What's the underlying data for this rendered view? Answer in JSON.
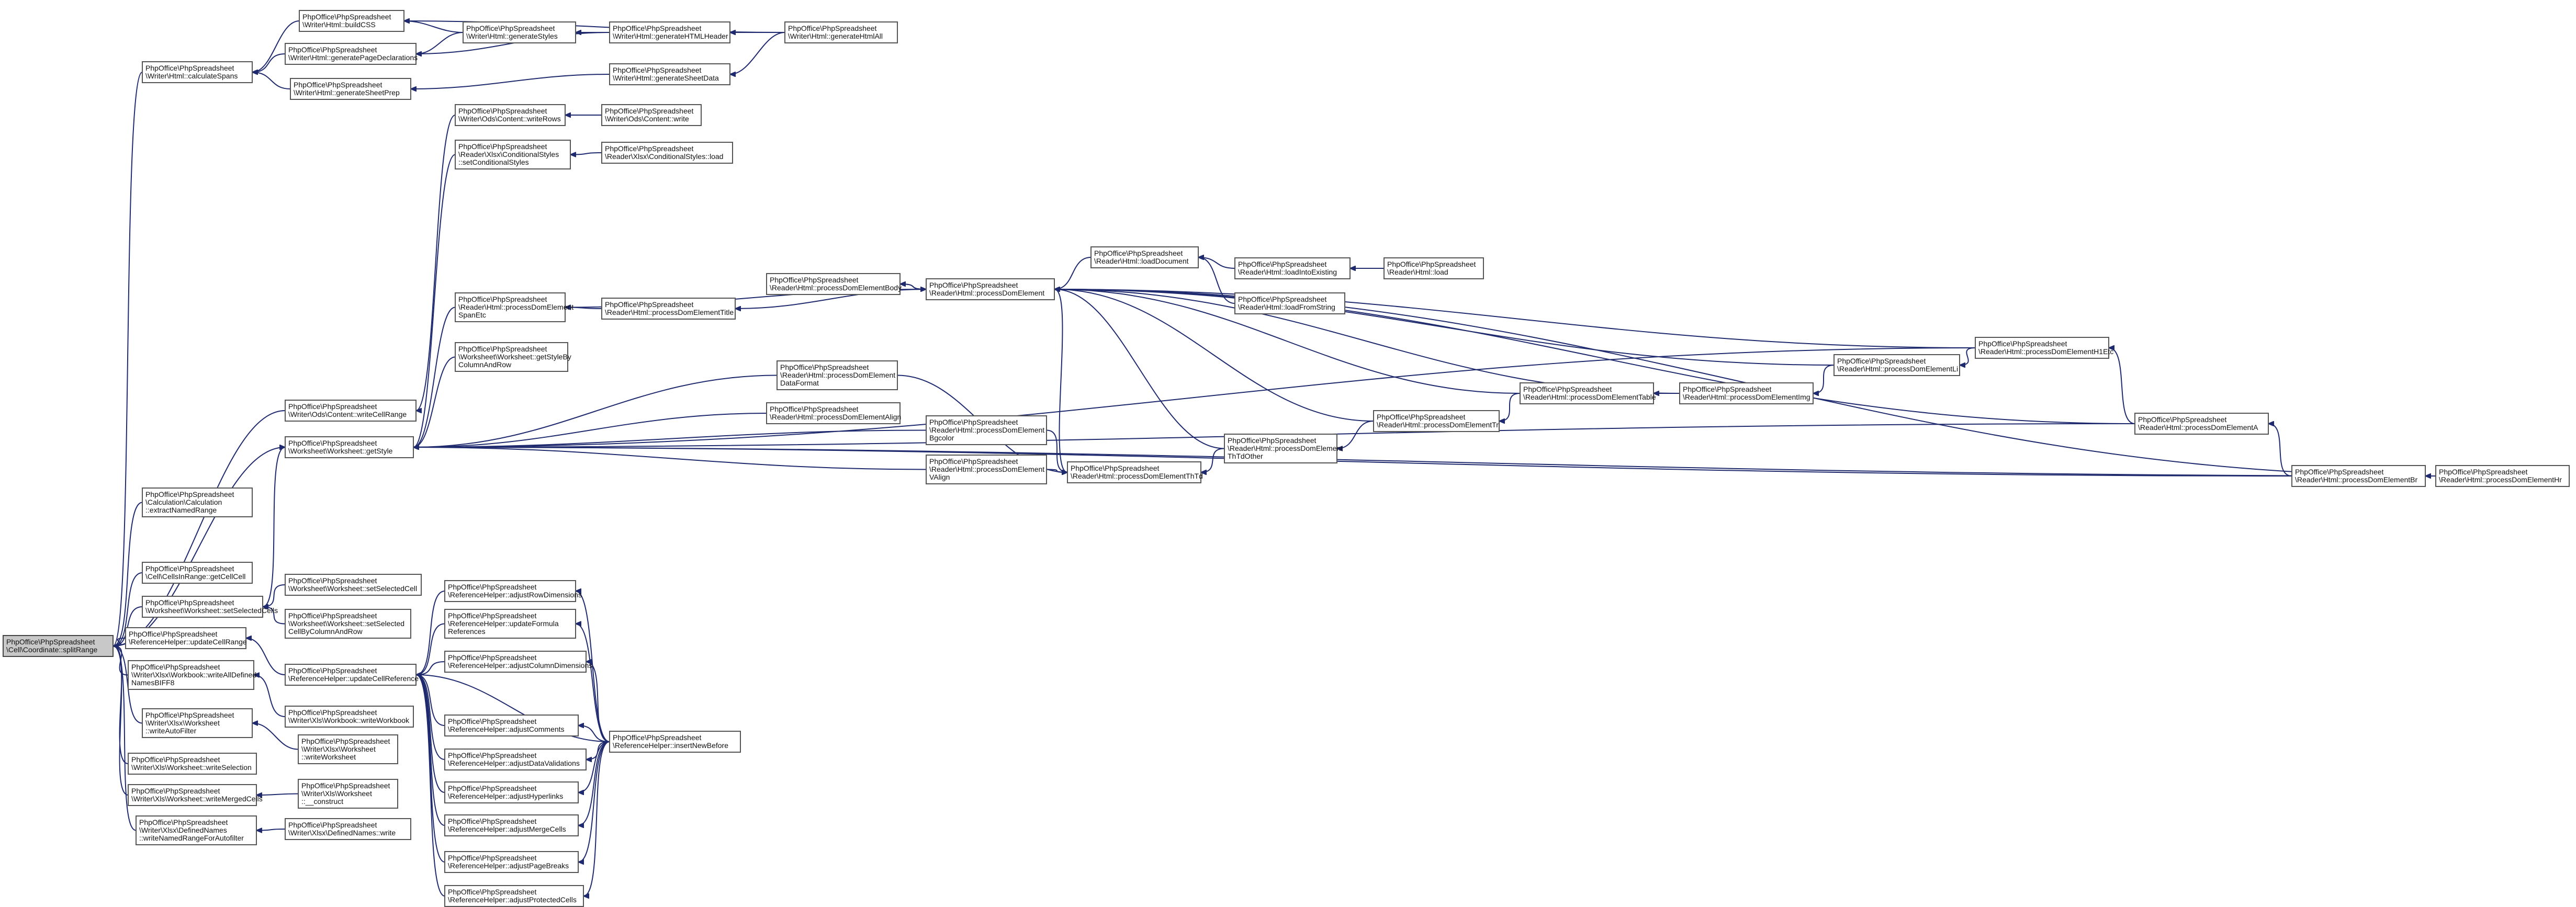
{
  "diagram": {
    "type": "call-graph",
    "root": "n_root",
    "nodes": [
      {
        "id": "n_root",
        "lines": [
          "PhpOffice\\PhpSpreadsheet",
          "\\Cell\\Coordinate::splitRange"
        ]
      },
      {
        "id": "n_calcspans",
        "lines": [
          "PhpOffice\\PhpSpreadsheet",
          "\\Writer\\Html::calculateSpans"
        ]
      },
      {
        "id": "n_buildcss",
        "lines": [
          "PhpOffice\\PhpSpreadsheet",
          "\\Writer\\Html::buildCSS"
        ]
      },
      {
        "id": "n_genpagedecl",
        "lines": [
          "PhpOffice\\PhpSpreadsheet",
          "\\Writer\\Html::generatePageDeclarations"
        ]
      },
      {
        "id": "n_gensheetprep",
        "lines": [
          "PhpOffice\\PhpSpreadsheet",
          "\\Writer\\Html::generateSheetPrep"
        ]
      },
      {
        "id": "n_genstyles",
        "lines": [
          "PhpOffice\\PhpSpreadsheet",
          "\\Writer\\Html::generateStyles"
        ]
      },
      {
        "id": "n_genheader",
        "lines": [
          "PhpOffice\\PhpSpreadsheet",
          "\\Writer\\Html::generateHTMLHeader"
        ]
      },
      {
        "id": "n_genhtmlall",
        "lines": [
          "PhpOffice\\PhpSpreadsheet",
          "\\Writer\\Html::generateHtmlAll"
        ]
      },
      {
        "id": "n_gensheetdata",
        "lines": [
          "PhpOffice\\PhpSpreadsheet",
          "\\Writer\\Html::generateSheetData"
        ]
      },
      {
        "id": "n_odswriterows",
        "lines": [
          "PhpOffice\\PhpSpreadsheet",
          "\\Writer\\Ods\\Content::writeRows"
        ]
      },
      {
        "id": "n_odswrite",
        "lines": [
          "PhpOffice\\PhpSpreadsheet",
          "\\Writer\\Ods\\Content::write"
        ]
      },
      {
        "id": "n_xlsxsetcond",
        "lines": [
          "PhpOffice\\PhpSpreadsheet",
          "\\Reader\\Xlsx\\ConditionalStyles",
          "::setConditionalStyles"
        ]
      },
      {
        "id": "n_xlsxcondload",
        "lines": [
          "PhpOffice\\PhpSpreadsheet",
          "\\Reader\\Xlsx\\ConditionalStyles::load"
        ]
      },
      {
        "id": "n_odswritecellrange",
        "lines": [
          "PhpOffice\\PhpSpreadsheet",
          "\\Writer\\Ods\\Content::writeCellRange"
        ]
      },
      {
        "id": "n_getstyle",
        "lines": [
          "PhpOffice\\PhpSpreadsheet",
          "\\Worksheet\\Worksheet::getStyle"
        ]
      },
      {
        "id": "n_spanetc",
        "lines": [
          "PhpOffice\\PhpSpreadsheet",
          "\\Reader\\Html::processDomElement",
          "SpanEtc"
        ]
      },
      {
        "id": "n_getstylebycol",
        "lines": [
          "PhpOffice\\PhpSpreadsheet",
          "\\Worksheet\\Worksheet::getStyleBy",
          "ColumnAndRow"
        ]
      },
      {
        "id": "n_title",
        "lines": [
          "PhpOffice\\PhpSpreadsheet",
          "\\Reader\\Html::processDomElementTitle"
        ]
      },
      {
        "id": "n_body",
        "lines": [
          "PhpOffice\\PhpSpreadsheet",
          "\\Reader\\Html::processDomElementBody"
        ]
      },
      {
        "id": "n_domelement",
        "lines": [
          "PhpOffice\\PhpSpreadsheet",
          "\\Reader\\Html::processDomElement"
        ]
      },
      {
        "id": "n_loaddocument",
        "lines": [
          "PhpOffice\\PhpSpreadsheet",
          "\\Reader\\Html::loadDocument"
        ]
      },
      {
        "id": "n_loadintoexisting",
        "lines": [
          "PhpOffice\\PhpSpreadsheet",
          "\\Reader\\Html::loadIntoExisting"
        ]
      },
      {
        "id": "n_htmlload",
        "lines": [
          "PhpOffice\\PhpSpreadsheet",
          "\\Reader\\Html::load"
        ]
      },
      {
        "id": "n_loadfromstring",
        "lines": [
          "PhpOffice\\PhpSpreadsheet",
          "\\Reader\\Html::loadFromString"
        ]
      },
      {
        "id": "n_dataformat",
        "lines": [
          "PhpOffice\\PhpSpreadsheet",
          "\\Reader\\Html::processDomElement",
          "DataFormat"
        ]
      },
      {
        "id": "n_align",
        "lines": [
          "PhpOffice\\PhpSpreadsheet",
          "\\Reader\\Html::processDomElementAlign"
        ]
      },
      {
        "id": "n_bgcolor",
        "lines": [
          "PhpOffice\\PhpSpreadsheet",
          "\\Reader\\Html::processDomElement",
          "Bgcolor"
        ]
      },
      {
        "id": "n_valign",
        "lines": [
          "PhpOffice\\PhpSpreadsheet",
          "\\Reader\\Html::processDomElement",
          "VAlign"
        ]
      },
      {
        "id": "n_thtd",
        "lines": [
          "PhpOffice\\PhpSpreadsheet",
          "\\Reader\\Html::processDomElementThTd"
        ]
      },
      {
        "id": "n_thtdother",
        "lines": [
          "PhpOffice\\PhpSpreadsheet",
          "\\Reader\\Html::processDomElement",
          "ThTdOther"
        ]
      },
      {
        "id": "n_tr",
        "lines": [
          "PhpOffice\\PhpSpreadsheet",
          "\\Reader\\Html::processDomElementTr"
        ]
      },
      {
        "id": "n_table",
        "lines": [
          "PhpOffice\\PhpSpreadsheet",
          "\\Reader\\Html::processDomElementTable"
        ]
      },
      {
        "id": "n_img",
        "lines": [
          "PhpOffice\\PhpSpreadsheet",
          "\\Reader\\Html::processDomElementImg"
        ]
      },
      {
        "id": "n_li",
        "lines": [
          "PhpOffice\\PhpSpreadsheet",
          "\\Reader\\Html::processDomElementLi"
        ]
      },
      {
        "id": "n_h1etc",
        "lines": [
          "PhpOffice\\PhpSpreadsheet",
          "\\Reader\\Html::processDomElementH1Etc"
        ]
      },
      {
        "id": "n_a",
        "lines": [
          "PhpOffice\\PhpSpreadsheet",
          "\\Reader\\Html::processDomElementA"
        ]
      },
      {
        "id": "n_br",
        "lines": [
          "PhpOffice\\PhpSpreadsheet",
          "\\Reader\\Html::processDomElementBr"
        ]
      },
      {
        "id": "n_hr",
        "lines": [
          "PhpOffice\\PhpSpreadsheet",
          "\\Reader\\Html::processDomElementHr"
        ]
      },
      {
        "id": "n_extractnamed",
        "lines": [
          "PhpOffice\\PhpSpreadsheet",
          "\\Calculation\\Calculation",
          "::extractNamedRange"
        ]
      },
      {
        "id": "n_cellsinrange",
        "lines": [
          "PhpOffice\\PhpSpreadsheet",
          "\\Cell\\CellsInRange::getCellCell"
        ]
      },
      {
        "id": "n_setselectedcells",
        "lines": [
          "PhpOffice\\PhpSpreadsheet",
          "\\Worksheet\\Worksheet::setSelectedCells"
        ]
      },
      {
        "id": "n_setselectedcell",
        "lines": [
          "PhpOffice\\PhpSpreadsheet",
          "\\Worksheet\\Worksheet::setSelectedCell"
        ]
      },
      {
        "id": "n_setselectedbycol",
        "lines": [
          "PhpOffice\\PhpSpreadsheet",
          "\\Worksheet\\Worksheet::setSelected",
          "CellByColumnAndRow"
        ]
      },
      {
        "id": "n_updatecellrange",
        "lines": [
          "PhpOffice\\PhpSpreadsheet",
          "\\ReferenceHelper::updateCellRange"
        ]
      },
      {
        "id": "n_writealldefined",
        "lines": [
          "PhpOffice\\PhpSpreadsheet",
          "\\Writer\\Xlsx\\Workbook::writeAllDefined",
          "NamesBIFF8"
        ]
      },
      {
        "id": "n_updatecellref",
        "lines": [
          "PhpOffice\\PhpSpreadsheet",
          "\\ReferenceHelper::updateCellReference"
        ]
      },
      {
        "id": "n_writeworkbook",
        "lines": [
          "PhpOffice\\PhpSpreadsheet",
          "\\Writer\\Xls\\Workbook::writeWorkbook"
        ]
      },
      {
        "id": "n_writeautofilter",
        "lines": [
          "PhpOffice\\PhpSpreadsheet",
          "\\Writer\\Xlsx\\Worksheet",
          "::writeAutoFilter"
        ]
      },
      {
        "id": "n_xlsxwriteworksheet",
        "lines": [
          "PhpOffice\\PhpSpreadsheet",
          "\\Writer\\Xlsx\\Worksheet",
          "::writeWorksheet"
        ]
      },
      {
        "id": "n_writeselection",
        "lines": [
          "PhpOffice\\PhpSpreadsheet",
          "\\Writer\\Xls\\Worksheet::writeSelection"
        ]
      },
      {
        "id": "n_writemergedcells",
        "lines": [
          "PhpOffice\\PhpSpreadsheet",
          "\\Writer\\Xls\\Worksheet::writeMergedCells"
        ]
      },
      {
        "id": "n_xlsconstruct",
        "lines": [
          "PhpOffice\\PhpSpreadsheet",
          "\\Writer\\Xls\\Worksheet",
          "::__construct"
        ]
      },
      {
        "id": "n_writenamedrange",
        "lines": [
          "PhpOffice\\PhpSpreadsheet",
          "\\Writer\\Xlsx\\DefinedNames",
          "::writeNamedRangeForAutofilter"
        ]
      },
      {
        "id": "n_definednameswrite",
        "lines": [
          "PhpOffice\\PhpSpreadsheet",
          "\\Writer\\Xlsx\\DefinedNames::write"
        ]
      },
      {
        "id": "n_adjrowdim",
        "lines": [
          "PhpOffice\\PhpSpreadsheet",
          "\\ReferenceHelper::adjustRowDimensions"
        ]
      },
      {
        "id": "n_updateformula",
        "lines": [
          "PhpOffice\\PhpSpreadsheet",
          "\\ReferenceHelper::updateFormula",
          "References"
        ]
      },
      {
        "id": "n_adjcoldim",
        "lines": [
          "PhpOffice\\PhpSpreadsheet",
          "\\ReferenceHelper::adjustColumnDimensions"
        ]
      },
      {
        "id": "n_adjcomments",
        "lines": [
          "PhpOffice\\PhpSpreadsheet",
          "\\ReferenceHelper::adjustComments"
        ]
      },
      {
        "id": "n_adjdataval",
        "lines": [
          "PhpOffice\\PhpSpreadsheet",
          "\\ReferenceHelper::adjustDataValidations"
        ]
      },
      {
        "id": "n_adjhyperlinks",
        "lines": [
          "PhpOffice\\PhpSpreadsheet",
          "\\ReferenceHelper::adjustHyperlinks"
        ]
      },
      {
        "id": "n_adjmerge",
        "lines": [
          "PhpOffice\\PhpSpreadsheet",
          "\\ReferenceHelper::adjustMergeCells"
        ]
      },
      {
        "id": "n_adjpagebreaks",
        "lines": [
          "PhpOffice\\PhpSpreadsheet",
          "\\ReferenceHelper::adjustPageBreaks"
        ]
      },
      {
        "id": "n_adjprotected",
        "lines": [
          "PhpOffice\\PhpSpreadsheet",
          "\\ReferenceHelper::adjustProtectedCells"
        ]
      },
      {
        "id": "n_insertnewbefore",
        "lines": [
          "PhpOffice\\PhpSpreadsheet",
          "\\ReferenceHelper::insertNewBefore"
        ]
      }
    ],
    "edges": [
      [
        "n_calcspans",
        "n_root"
      ],
      [
        "n_buildcss",
        "n_calcspans"
      ],
      [
        "n_genpagedecl",
        "n_calcspans"
      ],
      [
        "n_gensheetprep",
        "n_calcspans"
      ],
      [
        "n_genstyles",
        "n_buildcss"
      ],
      [
        "n_genhtmlall",
        "n_buildcss"
      ],
      [
        "n_genstyles",
        "n_genpagedecl"
      ],
      [
        "n_genheader",
        "n_genpagedecl"
      ],
      [
        "n_genheader",
        "n_genstyles"
      ],
      [
        "n_genhtmlall",
        "n_genheader"
      ],
      [
        "n_genhtmlall",
        "n_gensheetdata"
      ],
      [
        "n_gensheetdata",
        "n_gensheetprep"
      ],
      [
        "n_odswrite",
        "n_odswriterows"
      ],
      [
        "n_odswriterows",
        "n_odswritecellrange"
      ],
      [
        "n_xlsxcondload",
        "n_xlsxsetcond"
      ],
      [
        "n_odswritecellrange",
        "n_root"
      ],
      [
        "n_getstyle",
        "n_root"
      ],
      [
        "n_xlsxsetcond",
        "n_getstyle"
      ],
      [
        "n_spanetc",
        "n_getstyle"
      ],
      [
        "n_getstylebycol",
        "n_getstyle"
      ],
      [
        "n_dataformat",
        "n_getstyle"
      ],
      [
        "n_align",
        "n_getstyle"
      ],
      [
        "n_bgcolor",
        "n_getstyle"
      ],
      [
        "n_valign",
        "n_getstyle"
      ],
      [
        "n_a",
        "n_getstyle"
      ],
      [
        "n_br",
        "n_getstyle"
      ],
      [
        "n_hr",
        "n_getstyle"
      ],
      [
        "n_h1etc",
        "n_getstyle"
      ],
      [
        "n_domelement",
        "n_spanetc"
      ],
      [
        "n_domelement",
        "n_title"
      ],
      [
        "n_title",
        "n_spanetc"
      ],
      [
        "n_domelement",
        "n_body"
      ],
      [
        "n_body",
        "n_domelement"
      ],
      [
        "n_loaddocument",
        "n_domelement"
      ],
      [
        "n_loadintoexisting",
        "n_loaddocument"
      ],
      [
        "n_loadfromstring",
        "n_loaddocument"
      ],
      [
        "n_htmlload",
        "n_loadintoexisting"
      ],
      [
        "n_domelement",
        "n_thtd"
      ],
      [
        "n_dataformat",
        "n_thtd"
      ],
      [
        "n_bgcolor",
        "n_thtd"
      ],
      [
        "n_valign",
        "n_thtd"
      ],
      [
        "n_thtdother",
        "n_thtd"
      ],
      [
        "n_tr",
        "n_thtdother"
      ],
      [
        "n_table",
        "n_tr"
      ],
      [
        "n_img",
        "n_table"
      ],
      [
        "n_li",
        "n_img"
      ],
      [
        "n_h1etc",
        "n_li"
      ],
      [
        "n_a",
        "n_h1etc"
      ],
      [
        "n_br",
        "n_a"
      ],
      [
        "n_hr",
        "n_br"
      ],
      [
        "n_a",
        "n_domelement"
      ],
      [
        "n_h1etc",
        "n_domelement"
      ],
      [
        "n_li",
        "n_domelement"
      ],
      [
        "n_img",
        "n_domelement"
      ],
      [
        "n_table",
        "n_domelement"
      ],
      [
        "n_tr",
        "n_domelement"
      ],
      [
        "n_thtdother",
        "n_domelement"
      ],
      [
        "n_hr",
        "n_domelement"
      ],
      [
        "n_extractnamed",
        "n_root"
      ],
      [
        "n_cellsinrange",
        "n_root"
      ],
      [
        "n_setselectedcells",
        "n_root"
      ],
      [
        "n_setselectedcell",
        "n_setselectedcells"
      ],
      [
        "n_setselectedbycol",
        "n_setselectedcells"
      ],
      [
        "n_setselectedcells",
        "n_getstyle"
      ],
      [
        "n_updatecellrange",
        "n_root"
      ],
      [
        "n_updatecellref",
        "n_updatecellrange"
      ],
      [
        "n_writealldefined",
        "n_root"
      ],
      [
        "n_writeworkbook",
        "n_writealldefined"
      ],
      [
        "n_adjrowdim",
        "n_updatecellref"
      ],
      [
        "n_updateformula",
        "n_updatecellref"
      ],
      [
        "n_adjcoldim",
        "n_updatecellref"
      ],
      [
        "n_adjcomments",
        "n_updatecellref"
      ],
      [
        "n_adjdataval",
        "n_updatecellref"
      ],
      [
        "n_adjhyperlinks",
        "n_updatecellref"
      ],
      [
        "n_adjmerge",
        "n_updatecellref"
      ],
      [
        "n_adjpagebreaks",
        "n_updatecellref"
      ],
      [
        "n_adjprotected",
        "n_updatecellref"
      ],
      [
        "n_insertnewbefore",
        "n_updatecellref"
      ],
      [
        "n_insertnewbefore",
        "n_adjrowdim"
      ],
      [
        "n_insertnewbefore",
        "n_updateformula"
      ],
      [
        "n_insertnewbefore",
        "n_adjcoldim"
      ],
      [
        "n_insertnewbefore",
        "n_adjcomments"
      ],
      [
        "n_insertnewbefore",
        "n_adjdataval"
      ],
      [
        "n_insertnewbefore",
        "n_adjhyperlinks"
      ],
      [
        "n_insertnewbefore",
        "n_adjmerge"
      ],
      [
        "n_insertnewbefore",
        "n_adjpagebreaks"
      ],
      [
        "n_insertnewbefore",
        "n_adjprotected"
      ],
      [
        "n_writeautofilter",
        "n_root"
      ],
      [
        "n_xlsxwriteworksheet",
        "n_writeautofilter"
      ],
      [
        "n_writeselection",
        "n_root"
      ],
      [
        "n_writemergedcells",
        "n_root"
      ],
      [
        "n_xlsconstruct",
        "n_writemergedcells"
      ],
      [
        "n_writenamedrange",
        "n_root"
      ],
      [
        "n_definednameswrite",
        "n_writenamedrange"
      ]
    ]
  },
  "colors": {
    "edge": "#1f2a6e",
    "node_border": "#555555",
    "root_fill": "#c8c8c8",
    "node_fill": "#ffffff"
  }
}
